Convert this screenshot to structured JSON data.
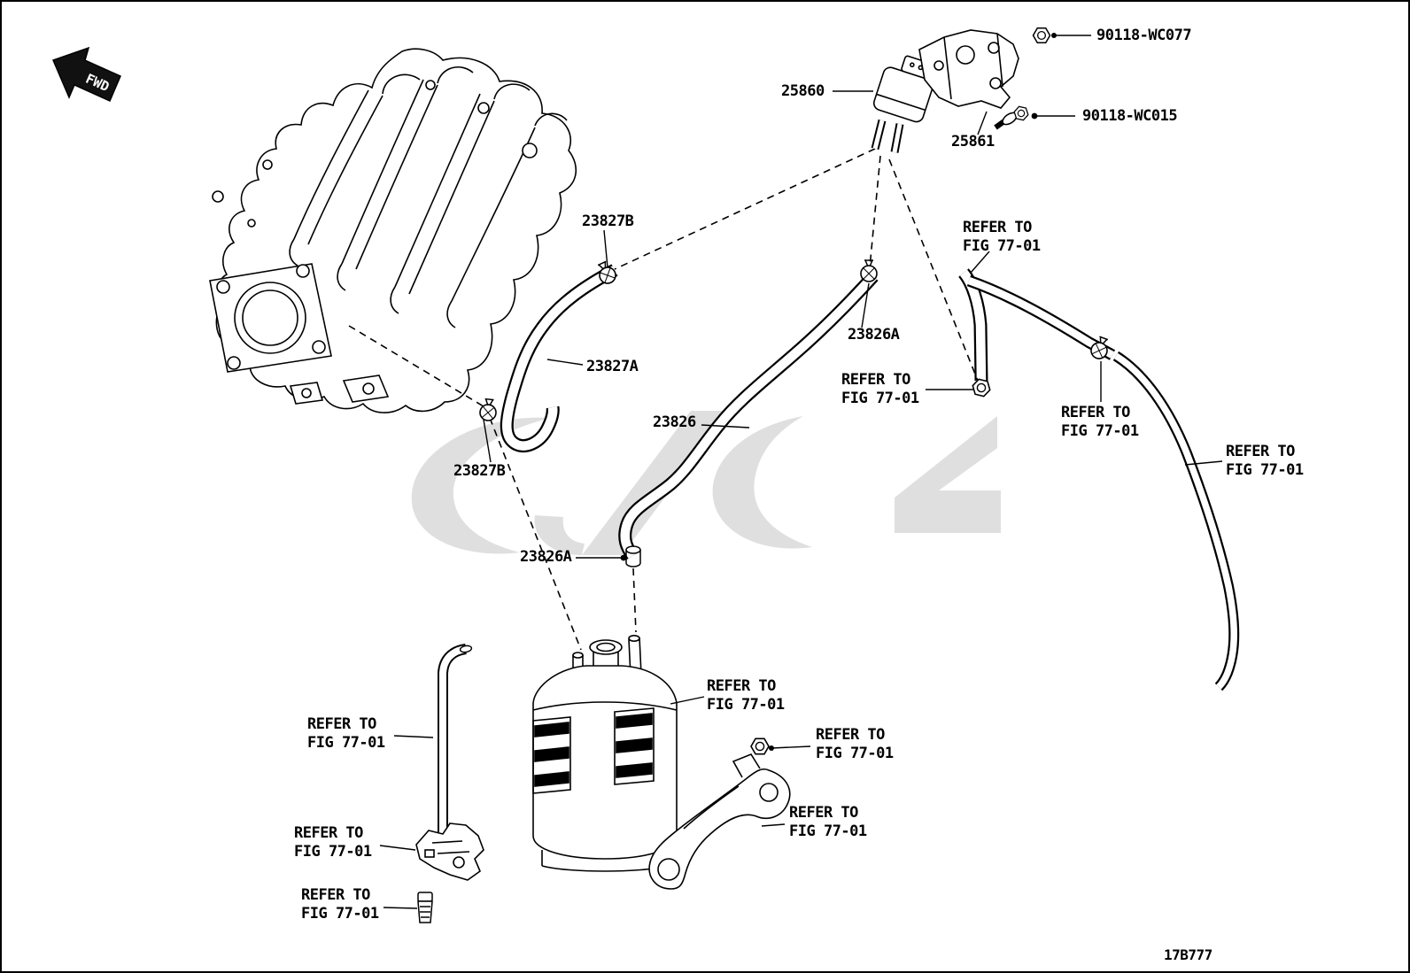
{
  "diagram": {
    "fwd": "FWD",
    "code": "17B777"
  },
  "labels": {
    "nut_top": "90118-WC077",
    "valve": "25860",
    "bracket": "25861",
    "bolt": "90118-WC015",
    "clamp_b": "23827B",
    "hose_a": "23827A",
    "clamp_a": "23826A",
    "hose_main": "23826",
    "refer": "REFER TO\nFIG 77-01"
  },
  "colors": {
    "line": "#000000",
    "watermark": "#d9d9d9",
    "background": "#ffffff"
  }
}
